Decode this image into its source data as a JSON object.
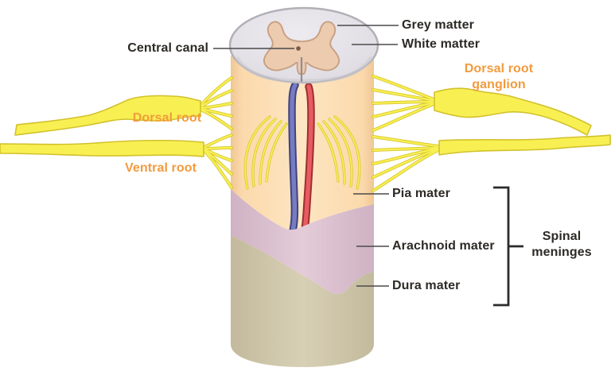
{
  "labels": {
    "grey_matter": "Grey matter",
    "white_matter": "White matter",
    "central_canal": "Central canal",
    "dorsal_root_ganglion": {
      "line1": "Dorsal root",
      "line2": "ganglion"
    },
    "dorsal_root": "Dorsal root",
    "ventral_root": "Ventral root",
    "pia_mater": "Pia mater",
    "arachnoid_mater": "Arachnoid mater",
    "dura_mater": "Dura mater",
    "spinal_meninges": {
      "line1": "Spinal",
      "line2": "meninges"
    }
  },
  "colors": {
    "label_text": "#2d2a26",
    "root_label_text": "#f29b3e",
    "white_matter": "#e7e5ea",
    "grey_matter": "#edcbaf",
    "grey_matter_outline": "#c9a185",
    "cord_pia": "#fde4bd",
    "arachnoid": "#e3cad8",
    "dura": "#d7cfb3",
    "nerve_yellow": "#f8f052",
    "nerve_outline": "#d8c730",
    "artery_red": "#e75b60",
    "vein_blue": "#767cc2",
    "leader_line": "#4a4a4a",
    "bracket": "#2b2b2b"
  }
}
